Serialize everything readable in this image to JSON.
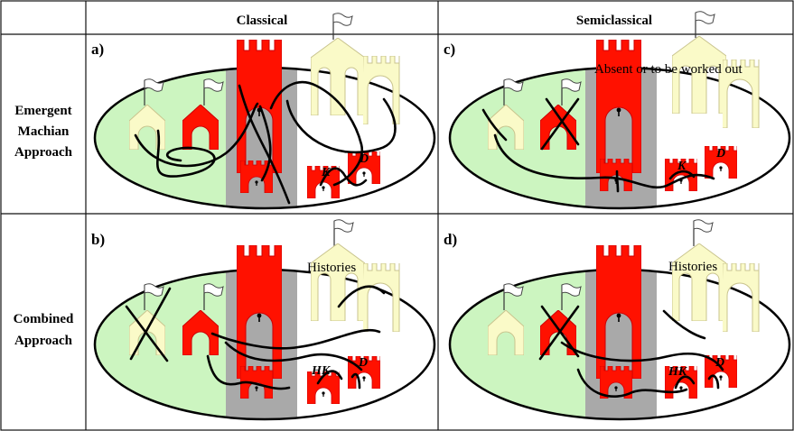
{
  "headers": {
    "classical": "Classical",
    "semiclassical": "Semiclassical"
  },
  "rows": {
    "emergent": [
      "Emergent",
      "Machian",
      "Approach"
    ],
    "combined": [
      "Combined",
      "Approach"
    ]
  },
  "panels": {
    "a": {
      "label": "a)",
      "k_label": "K",
      "d_label": "D"
    },
    "b": {
      "label": "b)",
      "k_label": "HK",
      "d_label": "D",
      "note": "Histories"
    },
    "c": {
      "label": "c)",
      "k_label": "K",
      "d_label": "D",
      "note": "Absent or to be worked out"
    },
    "d": {
      "label": "d)",
      "k_label": "HK",
      "d_label": "D",
      "note": "Histories"
    }
  },
  "colors": {
    "green_region": "#ccf5c0",
    "grey_region": "#a9a9a9",
    "red_castle": "#ff1100",
    "cream_castle": "#fafac8",
    "line": "#000000",
    "flag": "#ffffff"
  }
}
